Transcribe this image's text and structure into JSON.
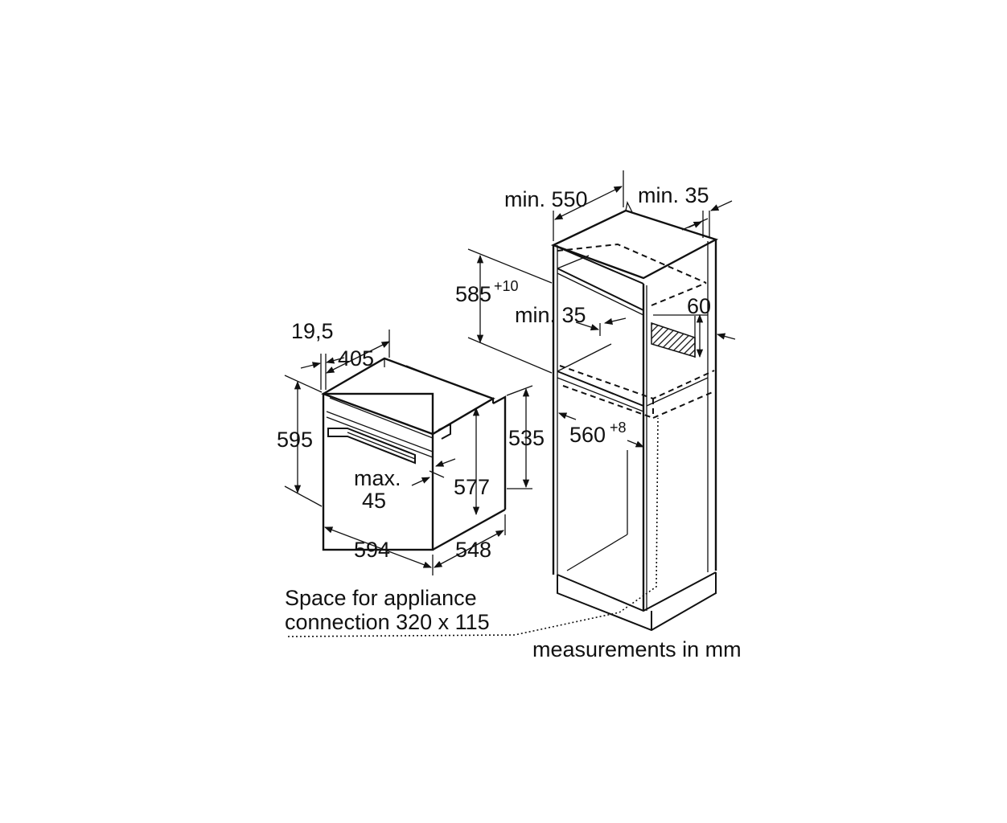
{
  "oven": {
    "depth_top": "19,5",
    "depth_body": "405",
    "height_total": "595",
    "height_back": "535",
    "height_front": "577",
    "door_gap_label": "max.",
    "door_gap_value": "45",
    "width": "594",
    "depth": "548"
  },
  "cabinet": {
    "depth_min_label": "min. 550",
    "rear_gap_label": "min. 35",
    "niche_height": "585",
    "niche_height_tol": "+10",
    "shelf_gap_label": "min. 35",
    "vent_label": "60",
    "niche_width": "560",
    "niche_width_tol": "+8"
  },
  "notes": {
    "connection_line1": "Space for appliance",
    "connection_line2": "connection 320 x 115",
    "units": "measurements in mm"
  }
}
